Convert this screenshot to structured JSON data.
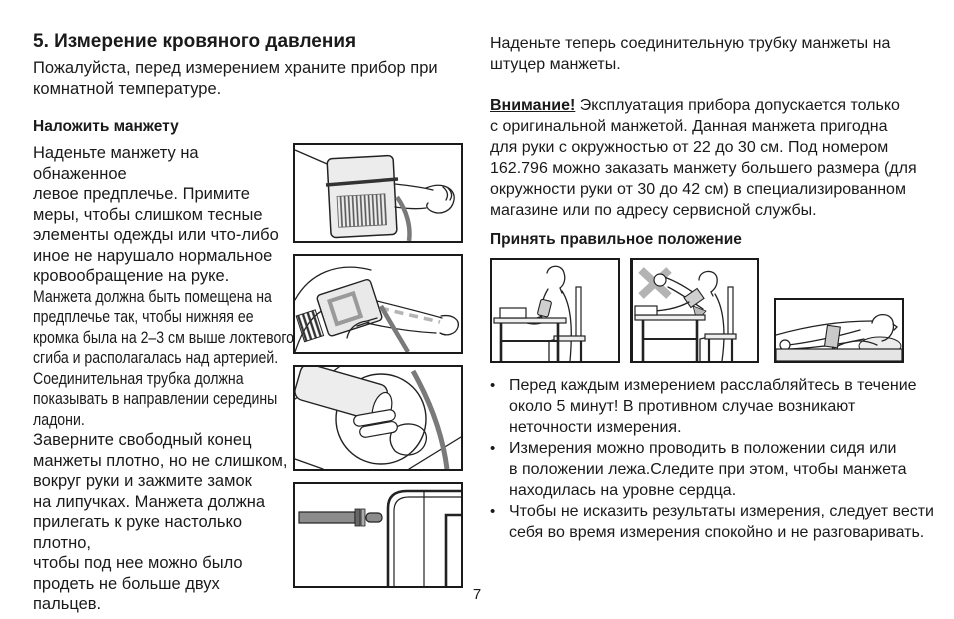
{
  "page": {
    "number": "7"
  },
  "left_column": {
    "title": "5. Измерение кровяного давления",
    "intro": "Пожалуйста, перед измерением храните прибор при\nкомнатной температуре.",
    "section_heading": "Наложить манжету",
    "body_part1": "Наденьте манжету на обнаженное\nлевое предплечье. Примите\nмеры, чтобы слишком тесные\nэлементы одежды или что-либо\nиное не нарушало нормальное\nкровообращение на руке.",
    "body_part2_condensed": "Манжета должна быть помещена на\nпредплечье так, чтобы нижняя ее\nкромка была на 2–3 см выше локтевого\nсгиба и располагалась над артерией.\nСоединительная трубка должна\nпоказывать в направлении середины\nладони.",
    "body_part3": "Заверните свободный конец\nманжеты плотно, но не слишком,\nвокруг руки и зажмите замок\nна липучках. Манжета должна\nприлегать к руке настолько\nплотно,\nчтобы под нее можно было\nпродеть не больше двух пальцев.",
    "figure_names": [
      "cuff-unrolled-over-forearm-illustration",
      "cuff-wrapped-dashed-line-to-palm-illustration",
      "two-fingers-under-cuff-closeup-illustration",
      "tube-connector-into-device-illustration"
    ]
  },
  "right_column": {
    "para1": "Наденьте теперь соединительную трубку манжеты на\nштуцер манжеты.",
    "warning_label": "Внимание!",
    "warning_text": " Эксплуатация прибора допускается только\nс оригинальной манжетой. Данная манжета пригодна\nдля руки с окружностью от 22 до 30 см. Под номером\n162.796 можно заказать манжету большего размера (для\nокружности руки от 30 до 42 см) в специализированном\nмагазине или по адресу сервисной службы.",
    "section_heading": "Принять правильное положение",
    "figure_names": [
      "sitting-at-table-correct-position-illustration",
      "sitting-arm-raised-crossed-out-illustration",
      "lying-down-position-illustration"
    ],
    "bullets": [
      "Перед каждым измерением расслабляйтесь в течение\nоколо 5 минут! В противном случае возникают\nнеточности измерения.",
      "Измерения можно проводить в положении сидя или\nв положении лежа.Следите при этом, чтобы манжета\nнаходилась на уровне сердца.",
      "Чтобы не исказить результаты измерения, следует вести\nсебя во время измерения спокойно и не разговаривать."
    ],
    "bullet_char": "•"
  },
  "colors": {
    "ink": "#1a1a1a",
    "fill_light": "#ececec",
    "tube_gray": "#7a7a7a",
    "cross_gray": "#b3b3b3"
  }
}
